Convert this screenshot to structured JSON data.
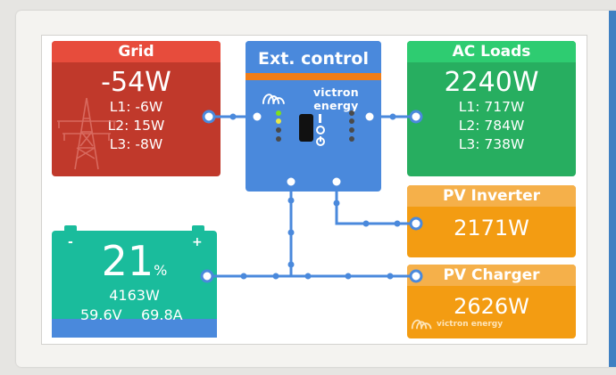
{
  "grid": {
    "title": "Grid",
    "power": "-54W",
    "l1": "L1: -6W",
    "l2": "L2: 15W",
    "l3": "L3: -8W"
  },
  "ext_control": {
    "title": "Ext. control",
    "brand": "victron energy"
  },
  "ac_loads": {
    "title": "AC Loads",
    "power": "2240W",
    "l1": "L1: 717W",
    "l2": "L2: 784W",
    "l3": "L3: 738W"
  },
  "pv_inverter": {
    "title": "PV Inverter",
    "power": "2171W"
  },
  "pv_charger": {
    "title": "PV Charger",
    "power": "2626W",
    "brand": "victron energy"
  },
  "battery": {
    "soc": "21",
    "soc_unit": "%",
    "power": "4163W",
    "voltage": "59.6V",
    "current": "69.8A",
    "minus": "-",
    "plus": "+"
  },
  "colors": {
    "grid": "#c0392b",
    "ac_loads": "#27ae60",
    "pv": "#f39c12",
    "battery": "#1abc9c",
    "wire": "#4a89dc",
    "accent": "#f07d18"
  }
}
